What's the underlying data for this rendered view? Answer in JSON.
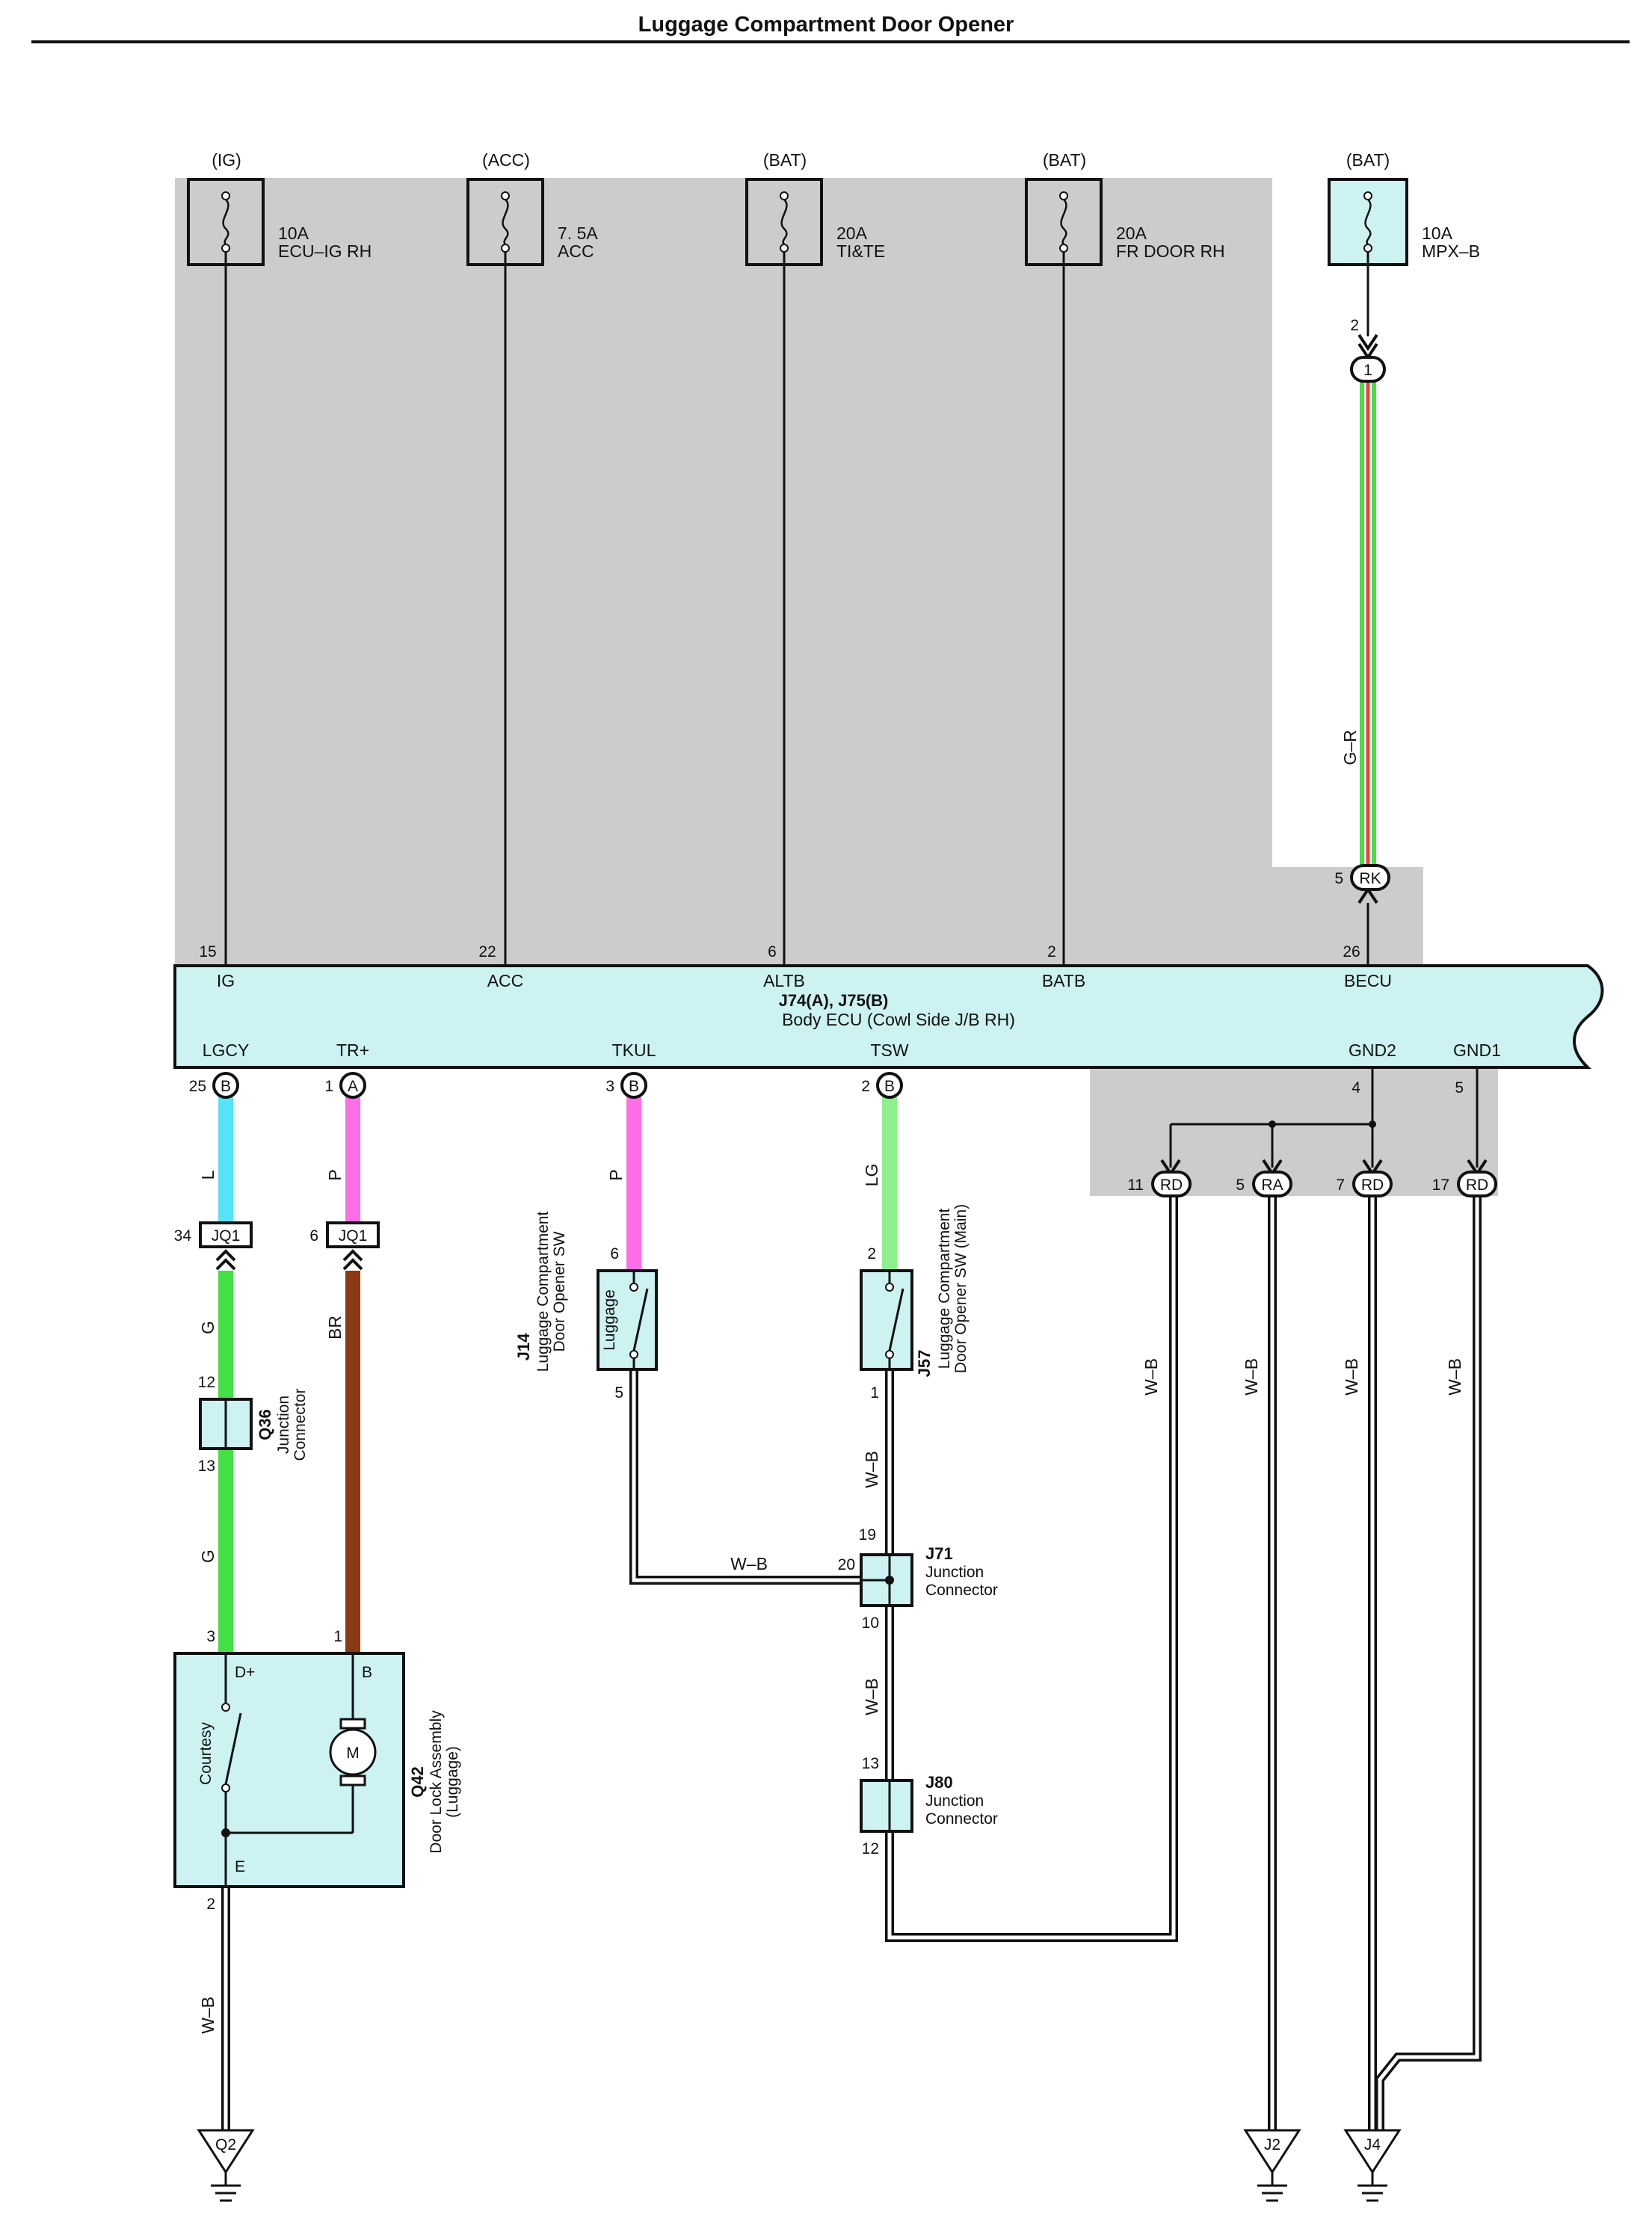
{
  "title": "Luggage Compartment Door Opener",
  "colors": {
    "shade": "#cccccc",
    "component_fill": "#ccf2f2",
    "wire_L": "#55e3f5",
    "wire_P": "#ff6ee6",
    "wire_G": "#44e044",
    "wire_BR": "#8a3a12",
    "wire_LG": "#8ef08a",
    "wire_R": "#f04030",
    "wire_WB": "#ffffff",
    "line": "#111111"
  },
  "fuses": [
    {
      "source": "(IG)",
      "amp": "10A",
      "name": "ECU–IG RH"
    },
    {
      "source": "(ACC)",
      "amp": "7. 5A",
      "name": "ACC"
    },
    {
      "source": "(BAT)",
      "amp": "20A",
      "name": "TI&TE"
    },
    {
      "source": "(BAT)",
      "amp": "20A",
      "name": "FR DOOR RH"
    },
    {
      "source": "(BAT)",
      "amp": "10A",
      "name": "MPX–B"
    }
  ],
  "mpxb": {
    "pin": "2",
    "conn": "1",
    "wire": "G–R"
  },
  "rk": {
    "pin": "5",
    "conn": "RK"
  },
  "ecu": {
    "id": "J74(A), J75(B)",
    "name": "Body ECU (Cowl Side J/B RH)",
    "top_pins": [
      {
        "num": "15",
        "label": "IG"
      },
      {
        "num": "22",
        "label": "ACC"
      },
      {
        "num": "6",
        "label": "ALTB"
      },
      {
        "num": "2",
        "label": "BATB"
      },
      {
        "num": "26",
        "label": "BECU"
      }
    ],
    "bottom_pins": [
      {
        "num": "25",
        "conn": "B",
        "label": "LGCY"
      },
      {
        "num": "1",
        "conn": "A",
        "label": "TR+"
      },
      {
        "num": "3",
        "conn": "B",
        "label": "TKUL"
      },
      {
        "num": "2",
        "conn": "B",
        "label": "TSW"
      },
      {
        "num": "4",
        "label": "GND2"
      },
      {
        "num": "5",
        "label": "GND1"
      }
    ]
  },
  "gnd_connectors": [
    {
      "num": "11",
      "conn": "RD"
    },
    {
      "num": "5",
      "conn": "RA"
    },
    {
      "num": "7",
      "conn": "RD"
    },
    {
      "num": "17",
      "conn": "RD"
    }
  ],
  "wires": {
    "lgcy_top": "L",
    "trp_top": "P",
    "tkul": "P",
    "tsw": "LG",
    "lgcy_mid": "G",
    "trp_mid": "BR",
    "lgcy_bot": "G",
    "wb": "W–B"
  },
  "jq1": [
    {
      "num": "34",
      "conn": "JQ1"
    },
    {
      "num": "6",
      "conn": "JQ1"
    }
  ],
  "q36": {
    "id": "Q36",
    "line1": "Junction",
    "line2": "Connector",
    "pin_in": "12",
    "pin_out": "13"
  },
  "j14": {
    "id": "J14",
    "line1": "Luggage Compartment",
    "line2": "Door Opener SW",
    "inner": "Luggage",
    "pin_in": "6",
    "pin_out": "5"
  },
  "j57": {
    "id": "J57",
    "line1": "Luggage Compartment",
    "line2": "Door Opener SW (Main)",
    "pin_in": "2",
    "pin_out": "1"
  },
  "j71": {
    "id": "J71",
    "line1": "Junction",
    "line2": "Connector",
    "pin_a": "19",
    "pin_b": "20",
    "pin_c": "10"
  },
  "j80": {
    "id": "J80",
    "line1": "Junction",
    "line2": "Connector",
    "pin_in": "13",
    "pin_out": "12"
  },
  "q42": {
    "id": "Q42",
    "line1": "Door Lock Assembly",
    "line2": "(Luggage)",
    "pin_d": "3",
    "pin_b": "1",
    "pin_e": "2",
    "lbl_d": "D+",
    "lbl_b": "B",
    "lbl_e": "E",
    "inner": "Courtesy",
    "motor": "M"
  },
  "grounds": [
    "Q2",
    "J2",
    "J4"
  ]
}
